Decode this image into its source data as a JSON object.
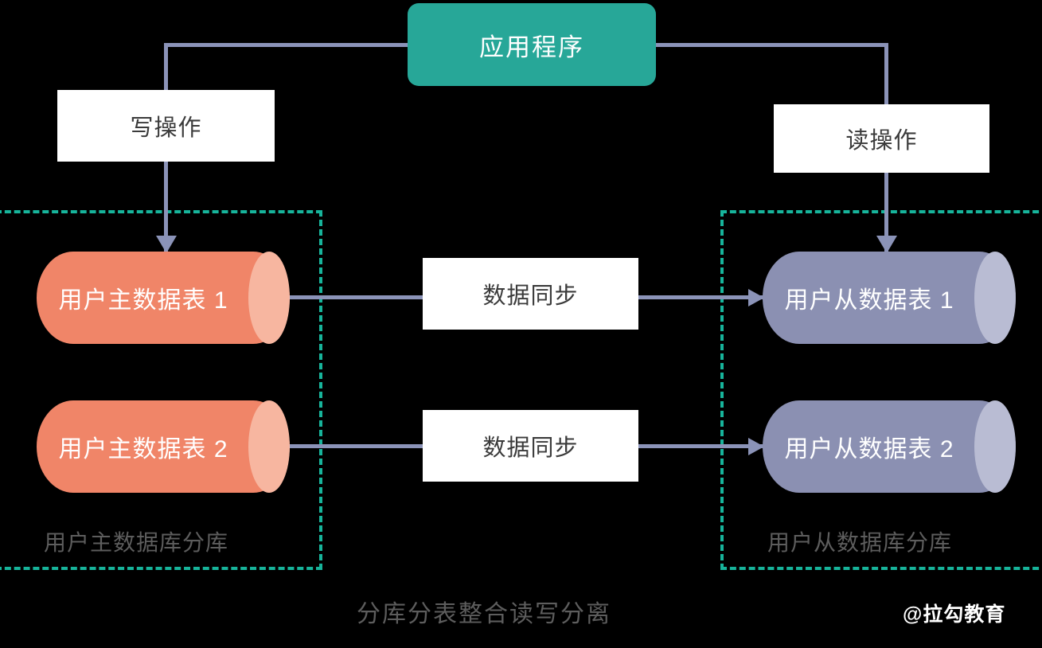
{
  "diagram": {
    "caption": "分库分表整合读写分离",
    "watermark": "@拉勾教育",
    "colors": {
      "background": "#000000",
      "app_box": "#27a798",
      "master_cylinder": "#f08568",
      "master_cylinder_cap": "#f7b6a0",
      "slave_cylinder": "#8b90b2",
      "slave_cylinder_cap": "#b9bcd3",
      "connector": "#8b93b8",
      "group_border": "#17b49b",
      "group_label_text": "#5d5d5d",
      "white_box_bg": "#ffffff",
      "white_box_text": "#3b3b3b"
    }
  },
  "app": {
    "label": "应用程序"
  },
  "operations": {
    "write": "写操作",
    "read": "读操作"
  },
  "sync": {
    "label_1": "数据同步",
    "label_2": "数据同步"
  },
  "groups": {
    "left": {
      "label": "用户主数据库分库"
    },
    "right": {
      "label": "用户从数据库分库"
    }
  },
  "databases": {
    "master": [
      {
        "label": "用户主数据表 1"
      },
      {
        "label": "用户主数据表 2"
      }
    ],
    "slave": [
      {
        "label": "用户从数据表 1"
      },
      {
        "label": "用户从数据表 2"
      }
    ]
  }
}
